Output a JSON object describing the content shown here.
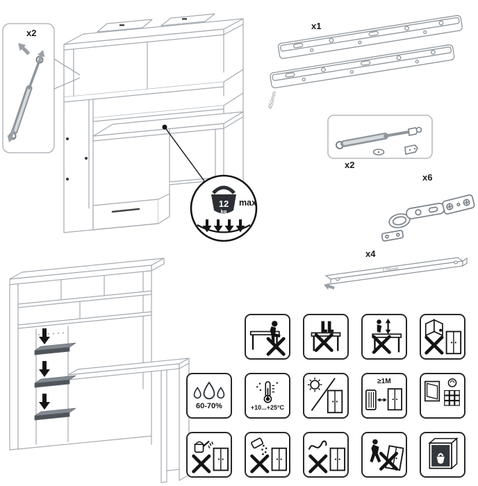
{
  "colors": {
    "background": "#ffffff",
    "outline_light": "#a4aab0",
    "outline_dark": "#141414",
    "shelf_fill": "#4e545a"
  },
  "detail_callouts": {
    "gas_strut_inset": {
      "qty": "x2",
      "icon": "gas-strut-icon"
    },
    "max_load": {
      "value": "12",
      "unit": "kg",
      "suffix": "max",
      "icon": "kettlebell-icon"
    }
  },
  "hardware_items": {
    "drawer_slides": {
      "qty": "x1",
      "length": "450mm",
      "icon": "drawer-slide-icon"
    },
    "gas_strut_kit": {
      "qty": "x2",
      "icon": "gas-strut-kit-icon"
    },
    "hinges": {
      "qty": "x6",
      "icon": "cabinet-hinge-icon"
    },
    "rails": {
      "qty": "x4",
      "length": "128mm",
      "icon": "rail-icon"
    }
  },
  "care_icons": {
    "row1": [
      {
        "icon": "no-sitting-icon"
      },
      {
        "icon": "no-standing-icon"
      },
      {
        "icon": "no-lifting-icon"
      },
      {
        "icon": "no-hanging-on-doors-icon"
      }
    ],
    "row2": [
      {
        "icon": "humidity-icon",
        "label": "60-70%"
      },
      {
        "icon": "temperature-icon",
        "label": "+10...+25°C"
      },
      {
        "icon": "keep-from-sunlight-icon"
      },
      {
        "icon": "heater-distance-icon",
        "label": "≥1M"
      },
      {
        "icon": "ventilation-icon"
      }
    ],
    "row3": [
      {
        "icon": "no-watering-icon"
      },
      {
        "icon": "no-spilling-icon"
      },
      {
        "icon": "no-scratching-icon"
      },
      {
        "icon": "no-moving-loaded-icon"
      },
      {
        "icon": "heavy-load-bottom-icon"
      }
    ]
  }
}
